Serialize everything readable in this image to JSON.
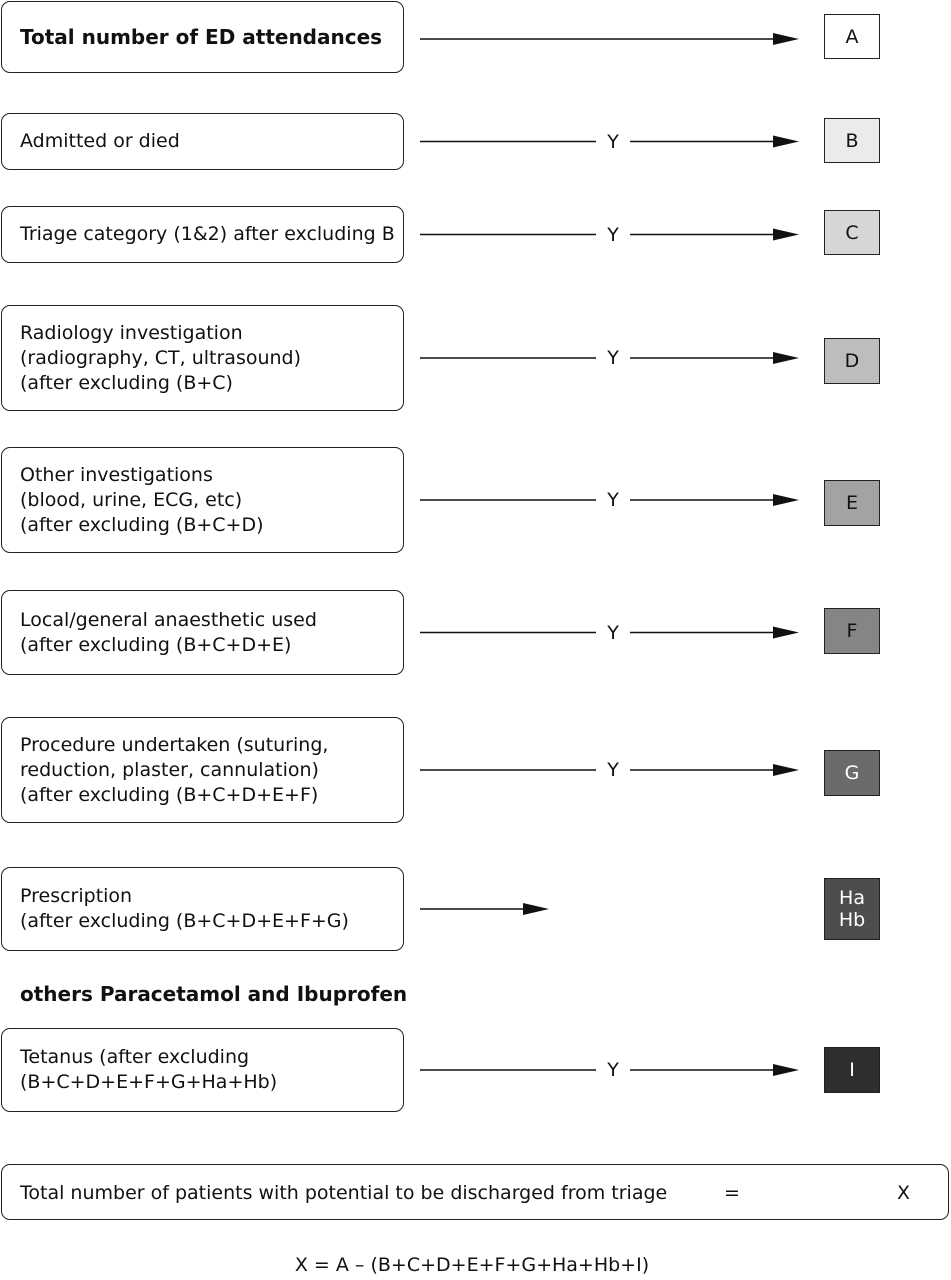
{
  "rows": [
    {
      "id": "a",
      "lines": [
        "Total number of ED attendances"
      ],
      "bold": true,
      "yes_label": "",
      "letter_lines": [
        "A"
      ],
      "letter_fill": "#ffffff",
      "letter_text_color": "#111111"
    },
    {
      "id": "b",
      "lines": [
        "Admitted or died"
      ],
      "bold": false,
      "yes_label": "Y",
      "letter_lines": [
        "B"
      ],
      "letter_fill": "#ebebeb",
      "letter_text_color": "#111111"
    },
    {
      "id": "c",
      "lines": [
        "Triage category (1&2) after excluding B"
      ],
      "bold": false,
      "yes_label": "Y",
      "letter_lines": [
        "C"
      ],
      "letter_fill": "#d6d6d6",
      "letter_text_color": "#111111"
    },
    {
      "id": "d",
      "lines": [
        "Radiology investigation",
        "(radiography, CT, ultrasound)",
        "(after excluding (B+C)"
      ],
      "bold": false,
      "yes_label": "Y",
      "letter_lines": [
        "D"
      ],
      "letter_fill": "#bdbdbd",
      "letter_text_color": "#111111"
    },
    {
      "id": "e",
      "lines": [
        "Other investigations",
        "(blood, urine, ECG, etc)",
        "(after excluding (B+C+D)"
      ],
      "bold": false,
      "yes_label": "Y",
      "letter_lines": [
        "E"
      ],
      "letter_fill": "#a3a3a3",
      "letter_text_color": "#111111"
    },
    {
      "id": "f",
      "lines": [
        "Local/general anaesthetic used",
        "(after excluding (B+C+D+E)"
      ],
      "bold": false,
      "yes_label": "Y",
      "letter_lines": [
        "F"
      ],
      "letter_fill": "#858585",
      "letter_text_color": "#111111"
    },
    {
      "id": "g",
      "lines": [
        "Procedure undertaken (suturing,",
        "reduction, plaster, cannulation)",
        "(after excluding (B+C+D+E+F)"
      ],
      "bold": false,
      "yes_label": "Y",
      "letter_lines": [
        "G"
      ],
      "letter_fill": "#6b6b6b",
      "letter_text_color": "#ffffff"
    },
    {
      "id": "h",
      "lines": [
        "Prescription",
        "(after excluding (B+C+D+E+F+G)"
      ],
      "bold": false,
      "yes_label": "",
      "letter_lines": [
        "Ha",
        "Hb"
      ],
      "letter_fill": "#4d4d4d",
      "letter_text_color": "#ffffff"
    },
    {
      "id": "i",
      "lines": [
        "Tetanus (after excluding",
        "(B+C+D+E+F+G+Ha+Hb)"
      ],
      "bold": false,
      "yes_label": "Y",
      "letter_lines": [
        "I"
      ],
      "letter_fill": "#2e2e2e",
      "letter_text_color": "#ffffff"
    }
  ],
  "subheading": "others Paracetamol and Ibuprofen",
  "total": {
    "label": "Total number of patients with potential to be discharged from triage",
    "equals": "=",
    "result": "X"
  },
  "formula": "X = A – (B+C+D+E+F+G+Ha+Hb+I)"
}
